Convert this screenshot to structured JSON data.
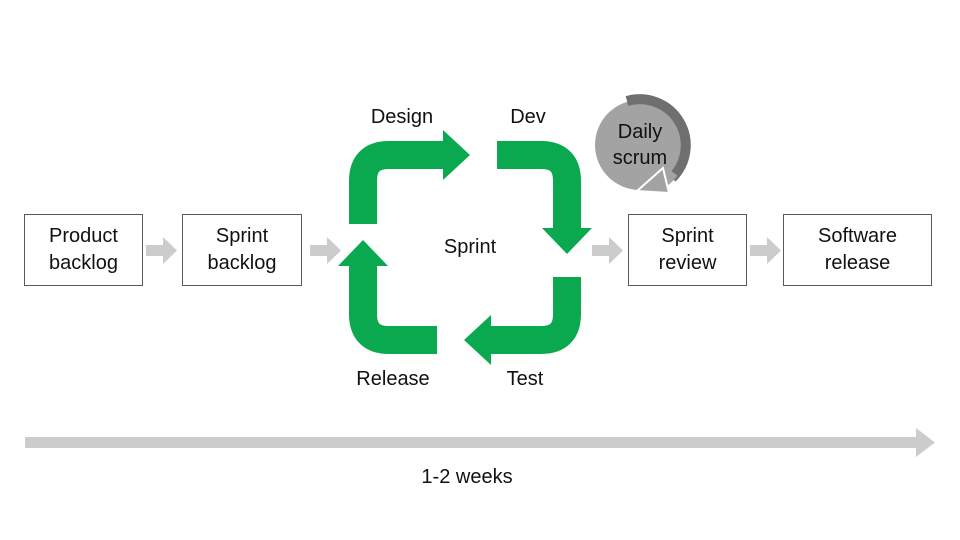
{
  "diagram_type": "scrum-sprint-process",
  "colors": {
    "cycle_green": "#0aa84f",
    "flow_arrow_gray": "#cccccc",
    "scrum_circle_gray": "#a3a3a3",
    "scrum_arc_dark_gray": "#6f6f6f",
    "box_border_gray": "#595959",
    "text_black": "#111111",
    "background": "#ffffff"
  },
  "boxes": [
    {
      "id": "product-backlog",
      "line1": "Product",
      "line2": "backlog"
    },
    {
      "id": "sprint-backlog",
      "line1": "Sprint",
      "line2": "backlog"
    },
    {
      "id": "sprint-review",
      "line1": "Sprint",
      "line2": "review"
    },
    {
      "id": "software-release",
      "line1": "Software",
      "line2": "release"
    }
  ],
  "cycle": {
    "center": "Sprint",
    "design": "Design",
    "dev": "Dev",
    "test": "Test",
    "release": "Release"
  },
  "daily_scrum": {
    "line1": "Daily",
    "line2": "scrum"
  },
  "timeline": {
    "label": "1-2 weeks"
  }
}
